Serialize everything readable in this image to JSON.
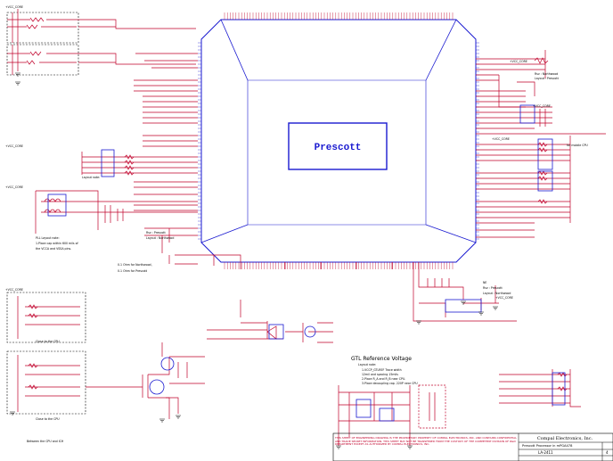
{
  "chip": {
    "name": "Prescott"
  },
  "power_nets": {
    "top_left": "+VCC_CORE",
    "left_mid": "+VCC_CORE",
    "left_low": "+VCC_CORE",
    "top_right": "+VCC_CORE",
    "right_top_mid": "+VCC_CORE",
    "right_mid": "+VCC_CORE",
    "right_bottom": "+VCC_CORE",
    "bottom_left": "+VCC_CORE"
  },
  "notes": {
    "layout_note": "Layout note:",
    "pll_note_1": "PLL Layout note:",
    "pll_note_2": "1.Place cap within 600 mils of",
    "pll_note_3": "the VCCA and VSSA pins.",
    "ver_note_1": "0.1 Ohm for Northwood,",
    "ver_note_2": "0.1 Ohm for Prescott",
    "close_cpu_1": "Close to the CPU",
    "close_cpu_2": "Close to the CPU",
    "between_1": "Between the CPU and ICH",
    "for_mobile": "for mobile CPU",
    "rsvd_top": "Rsv : Northwood",
    "rsvd_top2": "Layout : Prescott",
    "rsvd_mid": "Rsv : Prescott",
    "rsvd_mid2": "Layout : Northwood",
    "mid_ne": "NE",
    "mid_ne2": "Rsv : Prescott",
    "mid_ne3": "Layout : Northwood"
  },
  "gtl": {
    "title": "GTL Reference Voltage",
    "line1": "Layout note:",
    "line2": "1.VCCP_GTLREF Trace width",
    "line3": "12mil and spacing 15mils",
    "line4": "2.Place R_A and R_B near CPU.",
    "line5": "3.Place decoupling cap. 220P near CPU"
  },
  "title_block": {
    "company": "Compal Electronics, Inc.",
    "title": "Prescott Processor in mPGA478",
    "doc": "LA-2411",
    "sheet": "4",
    "disclaimer": "THIS SHEET OF ENGINEERING DRAWING IS THE PROPRIETARY PROPERTY OF COMPAL ELECTRONICS, INC. AND CONTAINS CONFIDENTIAL AND TRADE SECRET INFORMATION. THIS SHEET MAY NOT BE TRANSFERED FROM THE CUSTODY OF THE COMPETENT DIVISION OF R&D DEPARTMENT EXCEPT AS AUTHORIZED BY COMPAL ELECTRONICS, INC."
  },
  "colors": {
    "wire": "#c0002a",
    "chip": "#1a1ad0",
    "label": "#3030c0",
    "text": "#000000"
  }
}
